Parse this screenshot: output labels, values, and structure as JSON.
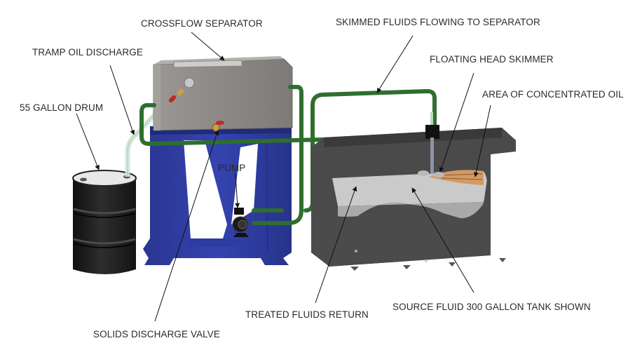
{
  "title": "Crossflow Separator System Diagram",
  "labels": {
    "crossflow_separator": "CROSSFLOW SEPARATOR",
    "tramp_oil_discharge": "TRAMP OIL DISCHARGE",
    "drum": "55 GALLON DRUM",
    "skimmed_fluids": "SKIMMED FLUIDS FLOWING TO SEPARATOR",
    "floating_head_skimmer": "FLOATING HEAD SKIMMER",
    "concentrated_oil": "AREA OF CONCENTRATED OIL",
    "pump": "PUMP",
    "treated_fluids_return": "TREATED FLUIDS RETURN",
    "source_fluid_tank": "SOURCE FLUID 300 GALLON TANK SHOWN",
    "solids_discharge_valve": "SOLIDS DISCHARGE VALVE"
  },
  "colors": {
    "stand_blue": "#2b3a9e",
    "separator_gray": "#8a8784",
    "pipe_green": "#2f6e2f",
    "tank_dark": "#4a4a4a",
    "fluid_light": "#c9c9c9",
    "oil_tan": "#d39a62",
    "drum_black": "#1c1c1c",
    "valve_red": "#c0282a"
  }
}
